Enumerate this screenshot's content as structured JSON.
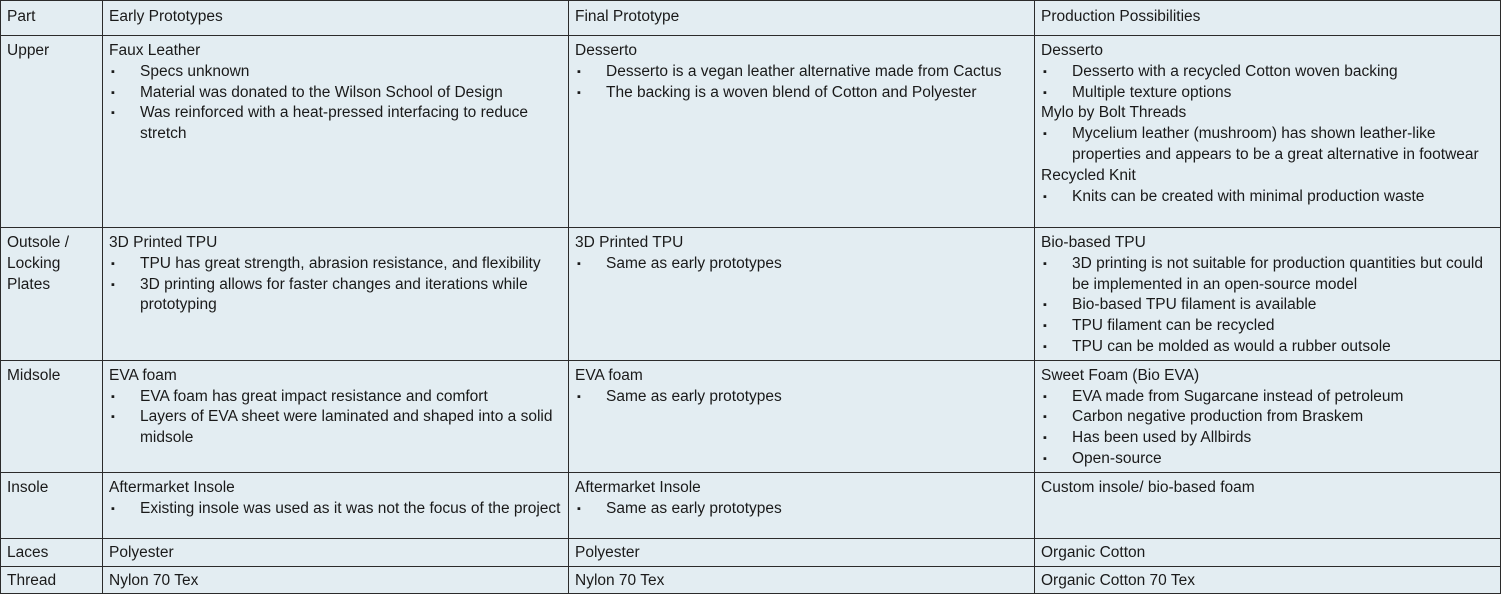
{
  "table": {
    "headers": [
      "Part",
      "Early Prototypes",
      "Final Prototype",
      "Production Possibilities"
    ],
    "rows": [
      {
        "part": "Upper",
        "early": [
          {
            "title": "Faux Leather",
            "bullets": [
              "Specs unknown",
              "Material was donated to the Wilson School of Design",
              "Was reinforced with a heat-pressed interfacing to reduce stretch"
            ]
          }
        ],
        "final": [
          {
            "title": "Desserto",
            "bullets": [
              "Desserto is a vegan leather alternative made from Cactus",
              "The backing is a woven blend of Cotton and Polyester"
            ]
          }
        ],
        "production": [
          {
            "title": "Desserto",
            "bullets": [
              "Desserto with a recycled Cotton woven backing",
              "Multiple texture options"
            ]
          },
          {
            "title": "Mylo by Bolt Threads",
            "bullets": [
              "Mycelium leather (mushroom) has shown leather-like properties and appears to be a great alternative in footwear"
            ]
          },
          {
            "title": "Recycled Knit",
            "bullets": [
              "Knits can be created with minimal production waste"
            ]
          }
        ]
      },
      {
        "part": "Outsole / Locking Plates",
        "early": [
          {
            "title": "3D Printed TPU",
            "bullets": [
              "TPU has great strength, abrasion resistance, and flexibility",
              "3D printing allows for faster changes and iterations while prototyping"
            ]
          }
        ],
        "final": [
          {
            "title": "3D Printed TPU",
            "bullets": [
              "Same as early prototypes"
            ]
          }
        ],
        "production": [
          {
            "title": "Bio-based TPU",
            "bullets": [
              "3D printing is not suitable for production quantities but could be implemented in an open-source model",
              "Bio-based TPU filament is available",
              "TPU filament can be recycled",
              "TPU can be molded as would a rubber outsole"
            ]
          }
        ]
      },
      {
        "part": "Midsole",
        "early": [
          {
            "title": "EVA foam",
            "bullets": [
              "EVA foam has great impact resistance and comfort",
              "Layers of EVA sheet were laminated and shaped into a solid midsole"
            ]
          }
        ],
        "final": [
          {
            "title": "EVA foam",
            "bullets": [
              "Same as early prototypes"
            ]
          }
        ],
        "production": [
          {
            "title": "Sweet Foam (Bio EVA)",
            "bullets": [
              "EVA made from Sugarcane instead of petroleum",
              "Carbon negative production from Braskem",
              "Has been used by Allbirds",
              "Open-source"
            ]
          }
        ]
      },
      {
        "part": "Insole",
        "early": [
          {
            "title": "Aftermarket Insole",
            "bullets": [
              "Existing insole was used as it was not the focus of the project"
            ]
          }
        ],
        "final": [
          {
            "title": "Aftermarket Insole",
            "bullets": [
              "Same as early prototypes"
            ]
          }
        ],
        "production": [
          {
            "title": "Custom insole/ bio-based foam",
            "bullets": []
          }
        ]
      },
      {
        "part": "Laces",
        "early": [
          {
            "title": "Polyester",
            "bullets": []
          }
        ],
        "final": [
          {
            "title": "Polyester",
            "bullets": []
          }
        ],
        "production": [
          {
            "title": "Organic Cotton",
            "bullets": []
          }
        ]
      },
      {
        "part": "Thread",
        "early": [
          {
            "title": "Nylon 70 Tex",
            "bullets": []
          }
        ],
        "final": [
          {
            "title": "Nylon 70 Tex",
            "bullets": []
          }
        ],
        "production": [
          {
            "title": "Organic Cotton 70 Tex",
            "bullets": []
          }
        ]
      }
    ]
  }
}
